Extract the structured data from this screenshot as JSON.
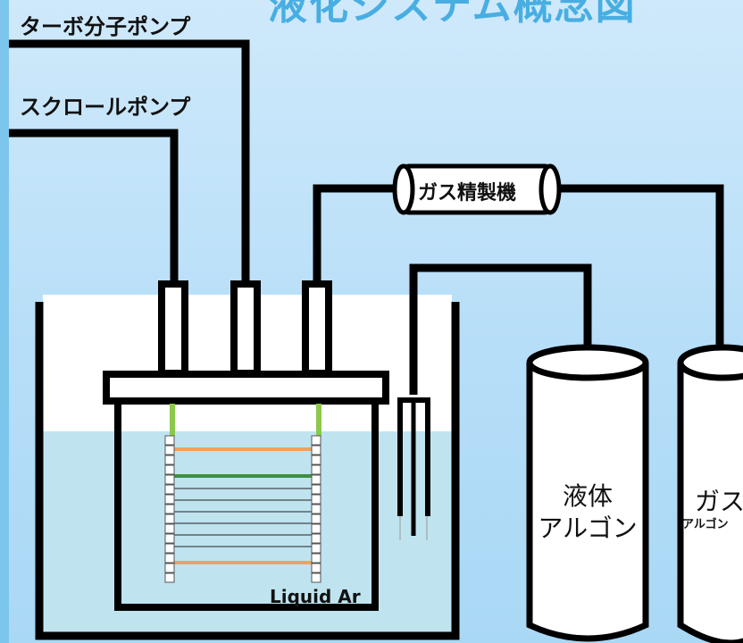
{
  "title_partial": "液化システム概念図",
  "labels": {
    "turbo_pump": "ターボ分子ポンプ",
    "scroll_pump": "スクロールポンプ",
    "gas_purifier": "ガス精製機",
    "liquid_argon_tank": "液体\nアルゴン",
    "gas_argon_tank_main": "ガス",
    "gas_argon_tank_sub": "アルゴン",
    "liquid_ar": "Liquid Ar"
  },
  "colors": {
    "background_top": "#cfe9fb",
    "background_bottom": "#a9d8f5",
    "liquid": "#bfe4f0",
    "pipe": "#000000",
    "rod_green": "#8cc84b",
    "ring_orange": "#f0a060",
    "ring_dark_green": "#3e8e41",
    "title_blue": "#3aa8e0"
  }
}
